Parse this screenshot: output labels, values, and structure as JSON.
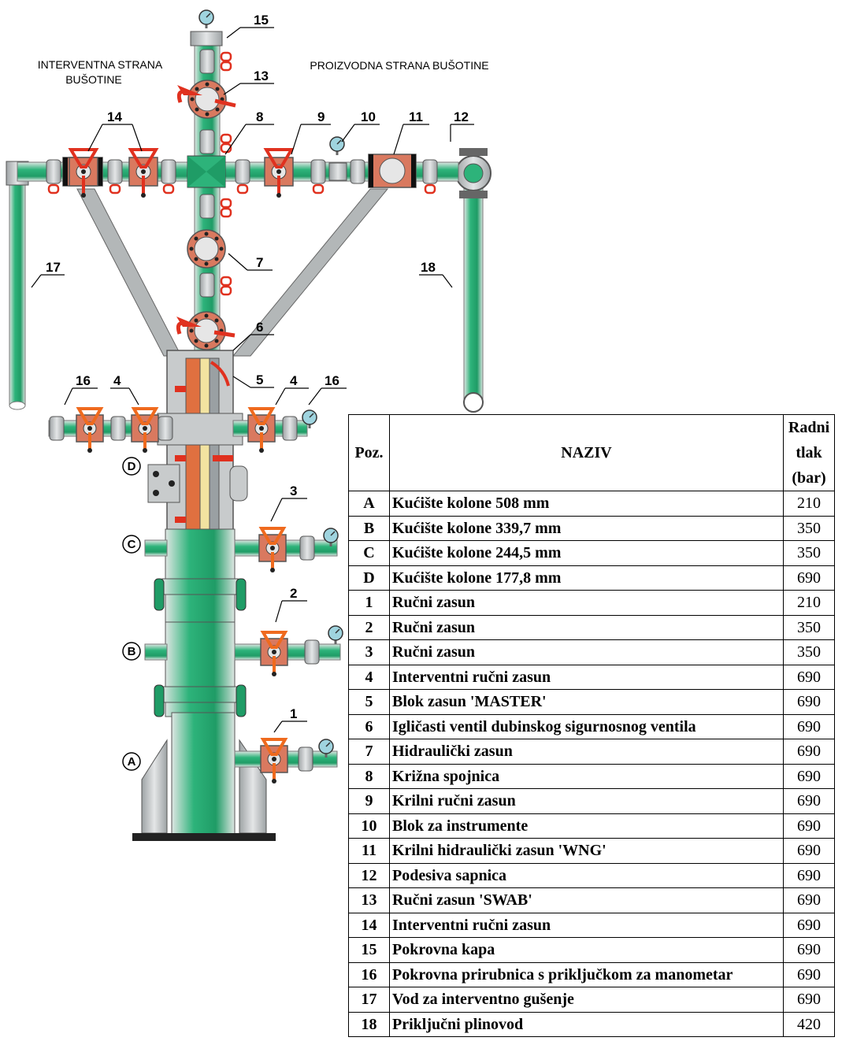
{
  "diagram": {
    "side_left": [
      "INTERVENTNA STRANA",
      "BUŠOTINE"
    ],
    "side_right": "PROIZVODNA STRANA BUŠOTINE",
    "numbers": {
      "n1": "1",
      "n2": "2",
      "n3": "3",
      "n4a": "4",
      "n4b": "4",
      "n5": "5",
      "n6": "6",
      "n7": "7",
      "n8": "8",
      "n9": "9",
      "n10": "10",
      "n11": "11",
      "n12": "12",
      "n13": "13",
      "n14": "14",
      "n15": "15",
      "n16a": "16",
      "n16b": "16",
      "n17": "17",
      "n18": "18"
    },
    "casing_letters": {
      "a": "A",
      "b": "B",
      "c": "C",
      "d": "D"
    },
    "colors": {
      "pipe": "#2db37a",
      "flange": "#d9795f",
      "valve": "#e0311f",
      "steel": "#c8cbcc",
      "orange": "#ef6a1e"
    }
  },
  "table": {
    "headers": {
      "pos": "Poz.",
      "name": "NAZIV",
      "pressure": [
        "Radni",
        "tlak",
        "(bar)"
      ]
    },
    "rows": [
      {
        "pos": "A",
        "name": "Kućište kolone 508 mm",
        "pressure": "210"
      },
      {
        "pos": "B",
        "name": "Kućište kolone 339,7 mm",
        "pressure": "350"
      },
      {
        "pos": "C",
        "name": "Kućište kolone 244,5 mm",
        "pressure": "350"
      },
      {
        "pos": "D",
        "name": "Kućište kolone 177,8 mm",
        "pressure": "690"
      },
      {
        "pos": "1",
        "name": "Ručni zasun",
        "pressure": "210"
      },
      {
        "pos": "2",
        "name": "Ručni zasun",
        "pressure": "350"
      },
      {
        "pos": "3",
        "name": "Ručni zasun",
        "pressure": "350"
      },
      {
        "pos": "4",
        "name": "Interventni ručni zasun",
        "pressure": "690"
      },
      {
        "pos": "5",
        "name": "Blok zasun 'MASTER'",
        "pressure": "690"
      },
      {
        "pos": "6",
        "name": "Igličasti ventil dubinskog sigurnosnog ventila",
        "pressure": "690"
      },
      {
        "pos": "7",
        "name": "Hidraulički zasun",
        "pressure": "690"
      },
      {
        "pos": "8",
        "name": "Križna spojnica",
        "pressure": "690"
      },
      {
        "pos": "9",
        "name": "Krilni ručni zasun",
        "pressure": "690"
      },
      {
        "pos": "10",
        "name": "Blok za instrumente",
        "pressure": "690"
      },
      {
        "pos": "11",
        "name": "Krilni hidraulički zasun 'WNG'",
        "pressure": "690"
      },
      {
        "pos": "12",
        "name": "Podesiva sapnica",
        "pressure": "690"
      },
      {
        "pos": "13",
        "name": "Ručni zasun 'SWAB'",
        "pressure": "690"
      },
      {
        "pos": "14",
        "name": "Interventni ručni zasun",
        "pressure": "690"
      },
      {
        "pos": "15",
        "name": "Pokrovna kapa",
        "pressure": "690"
      },
      {
        "pos": "16",
        "name": "Pokrovna prirubnica s priključkom za manometar",
        "pressure": "690"
      },
      {
        "pos": "17",
        "name": "Vod za interventno gušenje",
        "pressure": "690"
      },
      {
        "pos": "18",
        "name": "Priključni plinovod",
        "pressure": "420"
      }
    ]
  }
}
